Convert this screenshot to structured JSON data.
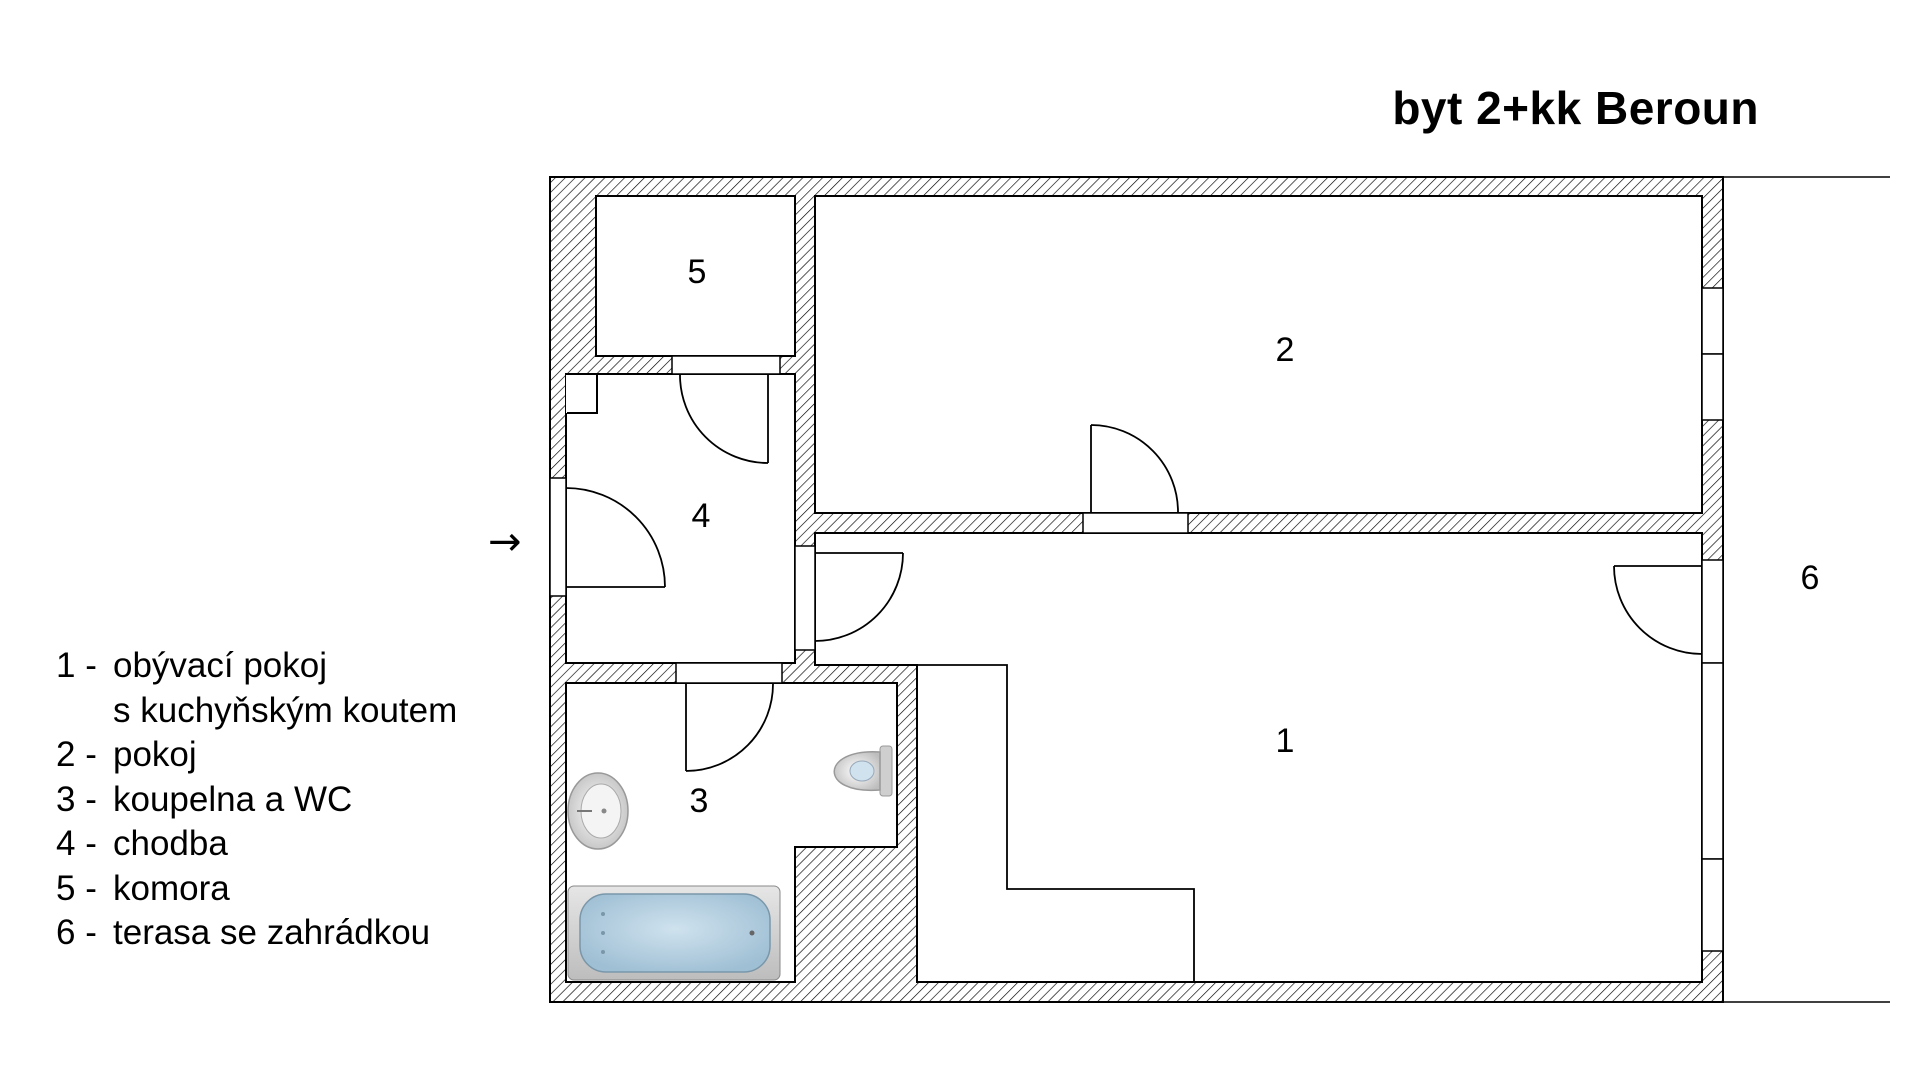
{
  "title": "byt 2+kk Beroun",
  "entrance_arrow": "→",
  "rooms": {
    "r1": "1",
    "r2": "2",
    "r3": "3",
    "r4": "4",
    "r5": "5",
    "r6": "6"
  },
  "legend": [
    {
      "num": "1 - ",
      "text": "obývací pokoj",
      "continuation": "s kuchyňským koutem"
    },
    {
      "num": "2 - ",
      "text": "pokoj"
    },
    {
      "num": "3 - ",
      "text": "koupelna a WC"
    },
    {
      "num": "4 - ",
      "text": "chodba"
    },
    {
      "num": "5 - ",
      "text": "komora"
    },
    {
      "num": "6 - ",
      "text": "terasa se zahrádkou"
    }
  ]
}
